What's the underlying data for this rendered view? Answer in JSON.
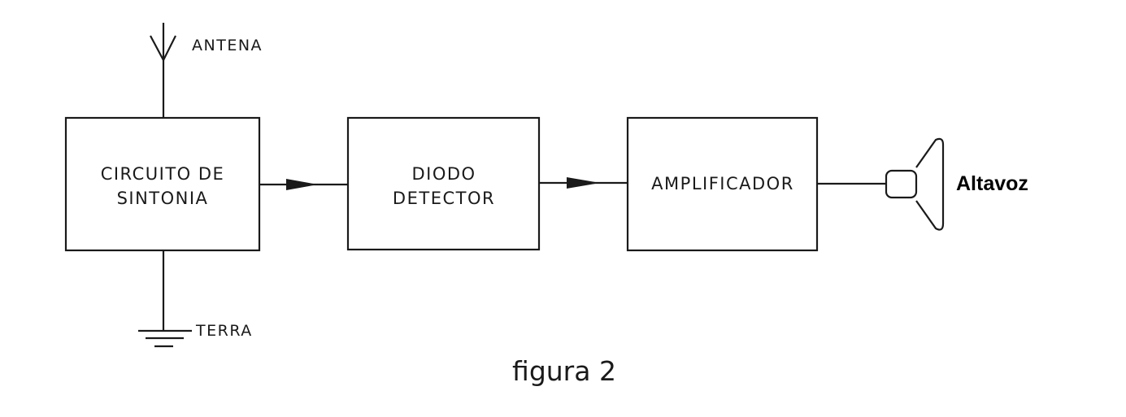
{
  "antenna": {
    "label": "ANTENA"
  },
  "ground": {
    "label": "TERRA"
  },
  "blocks": [
    {
      "lines": [
        "CIRCUITO DE",
        "SINTONIA"
      ]
    },
    {
      "lines": [
        "DIODO",
        "DETECTOR"
      ]
    },
    {
      "lines": [
        "AMPLIFICADOR"
      ]
    }
  ],
  "speaker": {
    "label": "Altavoz"
  },
  "caption": "figura 2",
  "colors": {
    "ink": "#1a1a1a",
    "background": "#ffffff"
  },
  "icons": [
    "antenna-icon",
    "ground-icon",
    "arrow-icon",
    "speaker-icon"
  ]
}
